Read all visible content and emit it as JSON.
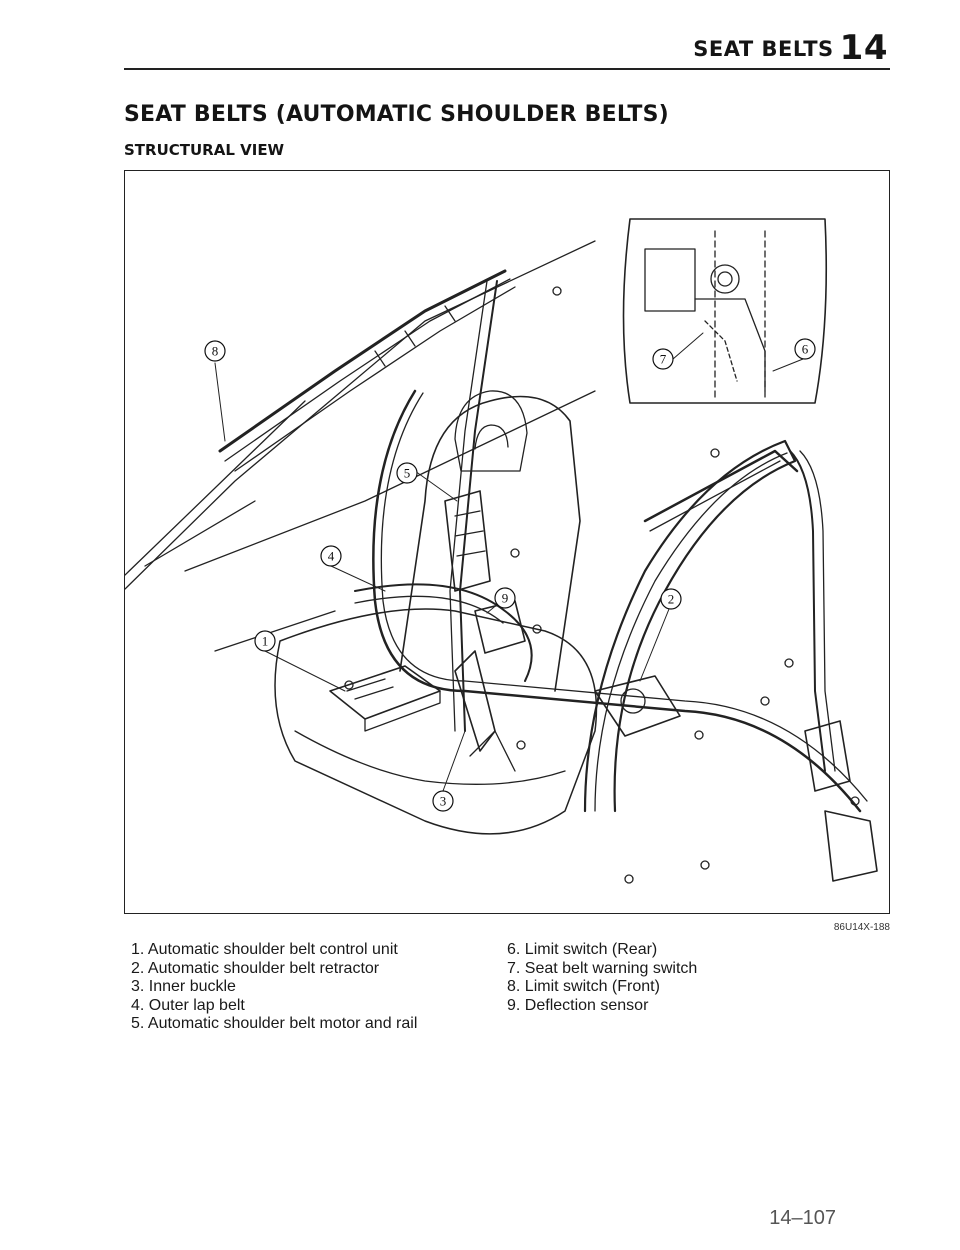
{
  "header": {
    "section": "SEAT BELTS",
    "chapter": "14"
  },
  "title": "SEAT BELTS (AUTOMATIC SHOULDER BELTS)",
  "subtitle": "STRUCTURAL VIEW",
  "figure": {
    "code": "86U14X-188",
    "callouts": [
      "1",
      "2",
      "3",
      "4",
      "5",
      "6",
      "7",
      "8",
      "9"
    ]
  },
  "legend": {
    "left": [
      "1. Automatic shoulder belt control unit",
      "2. Automatic shoulder belt retractor",
      "3. Inner buckle",
      "4. Outer lap belt",
      "5. Automatic shoulder belt motor and rail"
    ],
    "right": [
      "6. Limit switch (Rear)",
      "7. Seat belt warning switch",
      "8. Limit switch (Front)",
      "9. Deflection sensor"
    ]
  },
  "page_number": "14–107"
}
